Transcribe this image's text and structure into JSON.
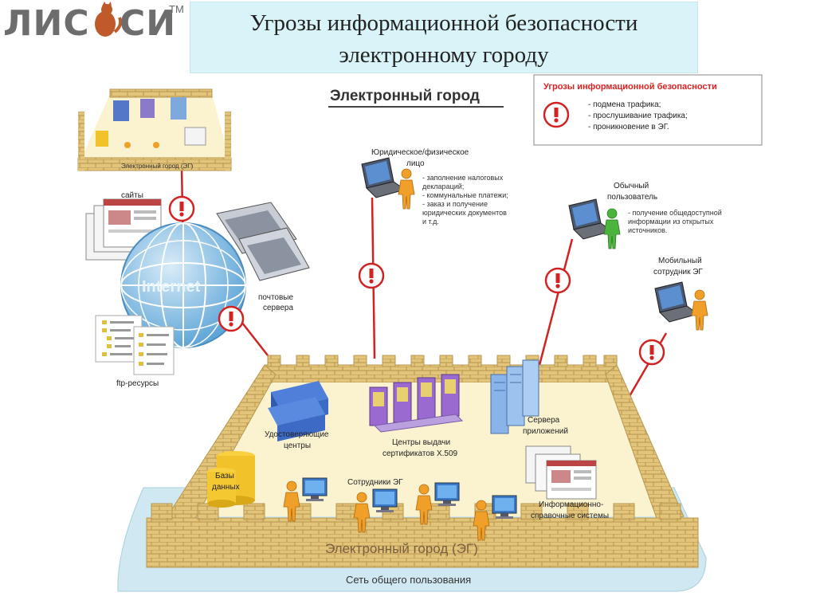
{
  "header": {
    "logo_text": "ЛИС",
    "logo_text_2": "СИ",
    "logo_tm": "TM",
    "title_line1": "Угрозы информационной безопасности",
    "title_line2": "электронному городу"
  },
  "diagram": {
    "heading": "Электронный город",
    "threats_box": {
      "title": "Угрозы информационной безопасности",
      "items": [
        "- подмена трафика;",
        "- прослушивание трафика;",
        "- проникновение в ЭГ."
      ]
    },
    "mini_city_label": "Электронный город (ЭГ)",
    "sites_label": "сайты",
    "internet_label": "Internet",
    "mail_servers_label": [
      "почтовые",
      "сервера"
    ],
    "ftp_label": "ftp-ресурсы",
    "legal_entity": {
      "title": [
        "Юридическое/физическое",
        "лицо"
      ],
      "items": [
        "- заполнение налоговых",
        "  деклараций;",
        "- коммунальные платежи;",
        "- заказ и получение",
        "  юридических документов",
        "  и т.д."
      ]
    },
    "ordinary_user": {
      "title": [
        "Обычный",
        "пользователь"
      ],
      "items": [
        "- получение общедоступной",
        "  информации из открытых",
        "  источников."
      ]
    },
    "mobile_worker": {
      "title": [
        "Мобильный",
        "сотрудник ЭГ"
      ]
    },
    "cert_authorities": [
      "Удостоверяющие",
      "центры"
    ],
    "cert_centers": [
      "Центры выдачи",
      "сертификатов X.509"
    ],
    "app_servers": [
      "Сервера",
      "приложений"
    ],
    "databases": [
      "Базы",
      "данных"
    ],
    "employees": "Сотрудники ЭГ",
    "info_systems": [
      "Информационно-",
      "справочные системы"
    ],
    "wall_label": "Электронный город (ЭГ)",
    "network_label": "Сеть общего пользования",
    "threat_mark": "!",
    "colors": {
      "title_bg": "#d9f4f8",
      "wall": "#e2c47a",
      "floor": "#fbf3cf",
      "water": "#cfe8f2",
      "threat_red": "#d22222",
      "person_orange": "#f0a028",
      "person_green": "#4ab43c",
      "globe": "#5fa6d8"
    }
  }
}
